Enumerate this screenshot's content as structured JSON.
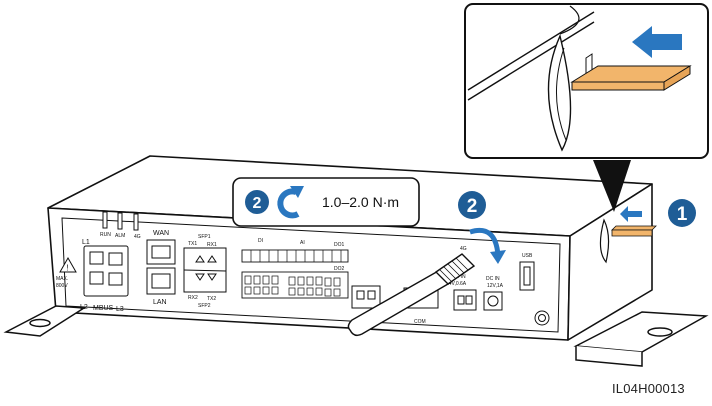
{
  "figure_code": "IL04H00013",
  "callouts": {
    "step1": "1",
    "step2_torque_badge": "2",
    "step2_antenna_badge": "2",
    "torque_value": "1.0–2.0 N·m"
  },
  "panel_labels": {
    "run": "RUN",
    "alm": "ALM",
    "4g_led": "4G",
    "wan": "WAN",
    "lan": "LAN",
    "l1": "L1",
    "l2": "L2",
    "mbus": "MBUS",
    "l3": "L3",
    "max_rating": "MAX.",
    "max_voltage": "800V",
    "sfp1": "SFP1",
    "sfp2": "SFP2",
    "tx1": "TX1",
    "rx1": "RX1",
    "rx2": "RX2",
    "tx2": "TX2",
    "di": "DI",
    "ai": "AI",
    "do1": "DO1",
    "do2": "DO2",
    "antenna_4g": "4G",
    "usb": "USB",
    "dc_in": "DC   IN",
    "dc_in_rating": "12V,1A",
    "dc_in_b": "DC IN",
    "dc_in_b_rating": "24V,0.6A",
    "com": "COM"
  },
  "colors": {
    "line": "#111111",
    "badge_fill": "#1f5d96",
    "arrow_fill": "#2a77c0",
    "sim_card": "#f2b56b",
    "background": "#ffffff"
  },
  "icons": [
    "rotation-arrow-icon",
    "insert-arrow-icon",
    "warning-icon",
    "ground-icon"
  ]
}
